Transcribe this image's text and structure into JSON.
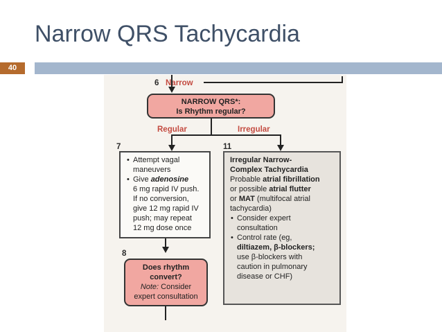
{
  "slide": {
    "title": "Narrow QRS Tachycardia",
    "number": "40"
  },
  "diagram": {
    "step6": {
      "num": "6",
      "label": "Narrow"
    },
    "box_main": {
      "line1": "NARROW QRS*:",
      "line2": "Is Rhythm regular?"
    },
    "branch_regular": "Regular",
    "branch_irregular": "Irregular",
    "step7": {
      "num": "7",
      "b1_line1": "Attempt vagal",
      "b1_line2": "maneuvers",
      "b2_prefix": "Give ",
      "b2_drug": "adenosine",
      "lines": [
        "6 mg rapid IV push.",
        "If no conversion,",
        "give 12 mg rapid IV",
        "push; may repeat",
        "12 mg dose once"
      ]
    },
    "step8": {
      "num": "8",
      "line1": "Does rhythm",
      "line2": "convert?",
      "note_label": "Note:",
      "note_rest": " Consider",
      "line4": "expert consultation"
    },
    "step11": {
      "num": "11",
      "title1": "Irregular Narrow-",
      "title2": "Complex Tachycardia",
      "p1_a": "Probable ",
      "p1_b": "atrial fibrillation",
      "p2_a": "or possible ",
      "p2_b": "atrial flutter",
      "p3_a": "or ",
      "p3_b": "MAT",
      "p3_c": " (multifocal atrial",
      "p4": "tachycardia)",
      "b1_l1": "Consider expert",
      "b1_l2": "consultation",
      "b2_l1": "Control rate (eg,",
      "b2_l2": "diltiazem, β-blockers;",
      "b2_l3": "use β-blockers with",
      "b2_l4": "caution in pulmonary",
      "b2_l5": "disease or CHF)"
    }
  }
}
